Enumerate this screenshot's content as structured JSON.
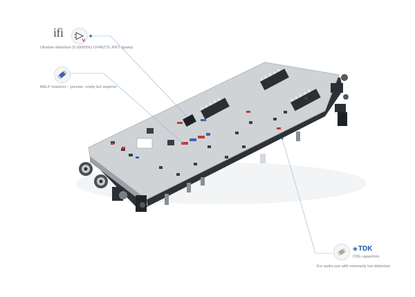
{
  "callouts": {
    "opamp": {
      "brand": "ifi",
      "caption": "Ultralow distortion (0.00005%) OV4627S JFET opamp",
      "icon": "opamp-symbol-icon"
    },
    "resistors": {
      "caption": "MELF resistors – precise, costly but superior",
      "icon": "melf-resistor-icon"
    },
    "capacitors": {
      "brand": "TDK",
      "brand_mark": "◈",
      "title": "C0G capacitors",
      "caption": "For audio use with extremely low distortion",
      "icon": "smd-capacitor-icon"
    }
  },
  "colors": {
    "background": "#ffffff",
    "board": "#cfd3d6",
    "leader_line": "#8fb3d6",
    "caption_text": "#6f7880",
    "tdk_blue": "#1f5aa6"
  }
}
